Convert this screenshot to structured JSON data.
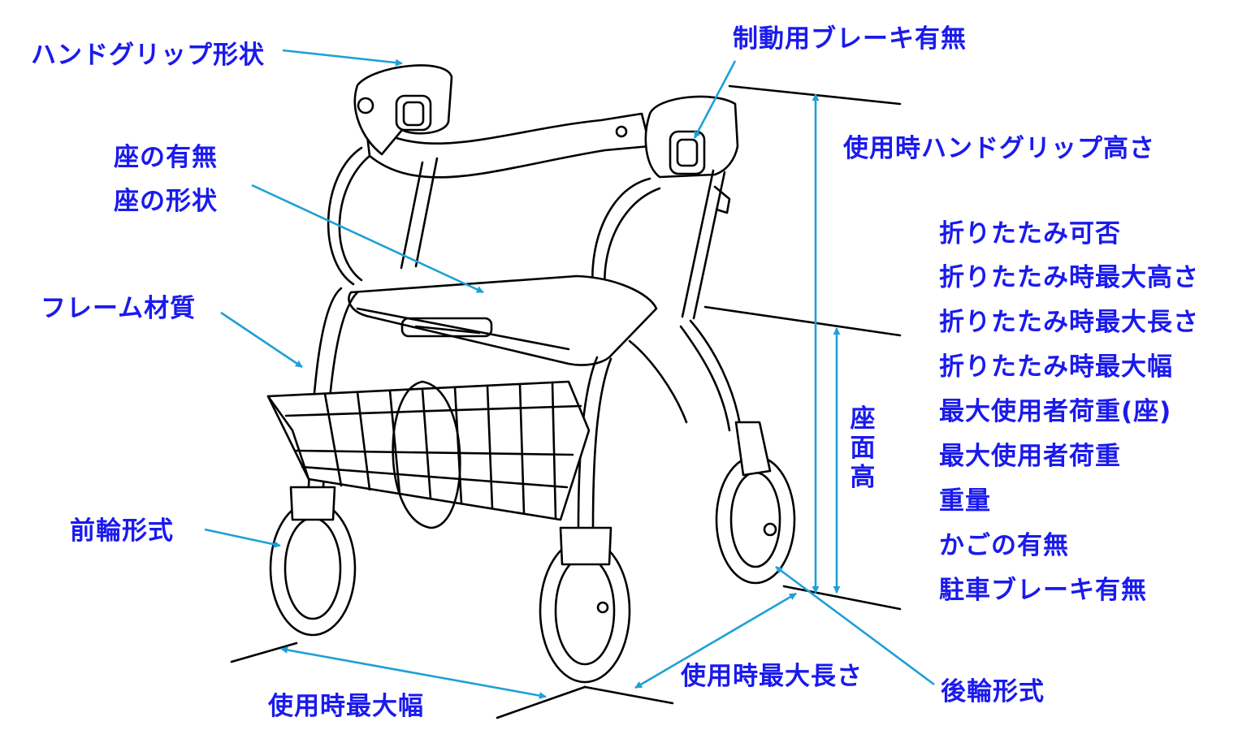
{
  "colors": {
    "label": "#1a1aee",
    "arrow": "#1ea0d6",
    "drawing": "#000000"
  },
  "labels": {
    "handgrip_shape": "ハンドグリップ形状",
    "brake": "制動用ブレーキ有無",
    "seat_presence": "座の有無",
    "seat_shape": "座の形状",
    "handgrip_height": "使用時ハンドグリップ高さ",
    "frame_material": "フレーム材質",
    "seat_height_chars": [
      "座",
      "面",
      "高"
    ],
    "front_wheel": "前輪形式",
    "rear_wheel": "後輪形式",
    "max_width": "使用時最大幅",
    "max_length": "使用時最大長さ"
  },
  "spec_list": [
    "折りたたみ可否",
    "折りたたみ時最大高さ",
    "折りたたみ時最大長さ",
    "折りたたみ時最大幅",
    "最大使用者荷重(座)",
    "最大使用者荷重",
    "重量",
    "かごの有無",
    "駐車ブレーキ有無"
  ]
}
